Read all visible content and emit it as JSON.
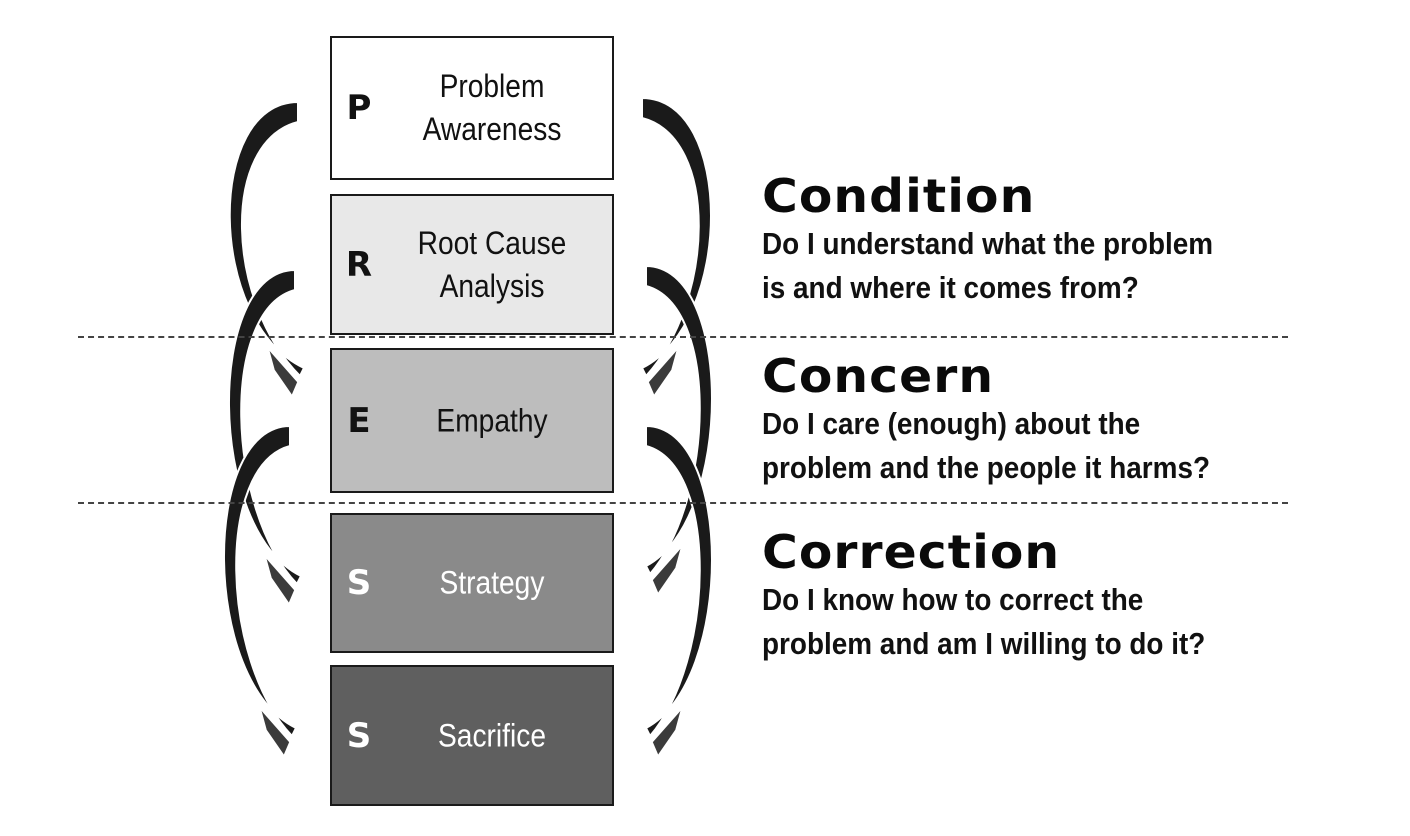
{
  "diagram": {
    "steps": [
      {
        "letter": "P",
        "label_line1": "Problem",
        "label_line2": "Awareness",
        "fill": "#ffffff",
        "text_color": "#111111"
      },
      {
        "letter": "R",
        "label_line1": "Root Cause",
        "label_line2": "Analysis",
        "fill": "#e8e8e8",
        "text_color": "#111111"
      },
      {
        "letter": "E",
        "label_line1": "Empathy",
        "label_line2": "",
        "fill": "#bdbdbd",
        "text_color": "#111111"
      },
      {
        "letter": "S",
        "label_line1": "Strategy",
        "label_line2": "",
        "fill": "#8a8a8a",
        "text_color": "#ffffff"
      },
      {
        "letter": "S",
        "label_line1": "Sacrifice",
        "label_line2": "",
        "fill": "#5f5f5f",
        "text_color": "#ffffff"
      }
    ],
    "sections": [
      {
        "heading": "Condition",
        "question_line1": "Do I understand what the problem",
        "question_line2": "is and where it comes from?"
      },
      {
        "heading": "Concern",
        "question_line1": "Do I care (enough) about the",
        "question_line2": "problem and the people it harms?"
      },
      {
        "heading": "Correction",
        "question_line1": "Do I know how to correct the",
        "question_line2": "problem and am I willing to do it?"
      }
    ],
    "arrow_color": "#1a1a1a"
  }
}
